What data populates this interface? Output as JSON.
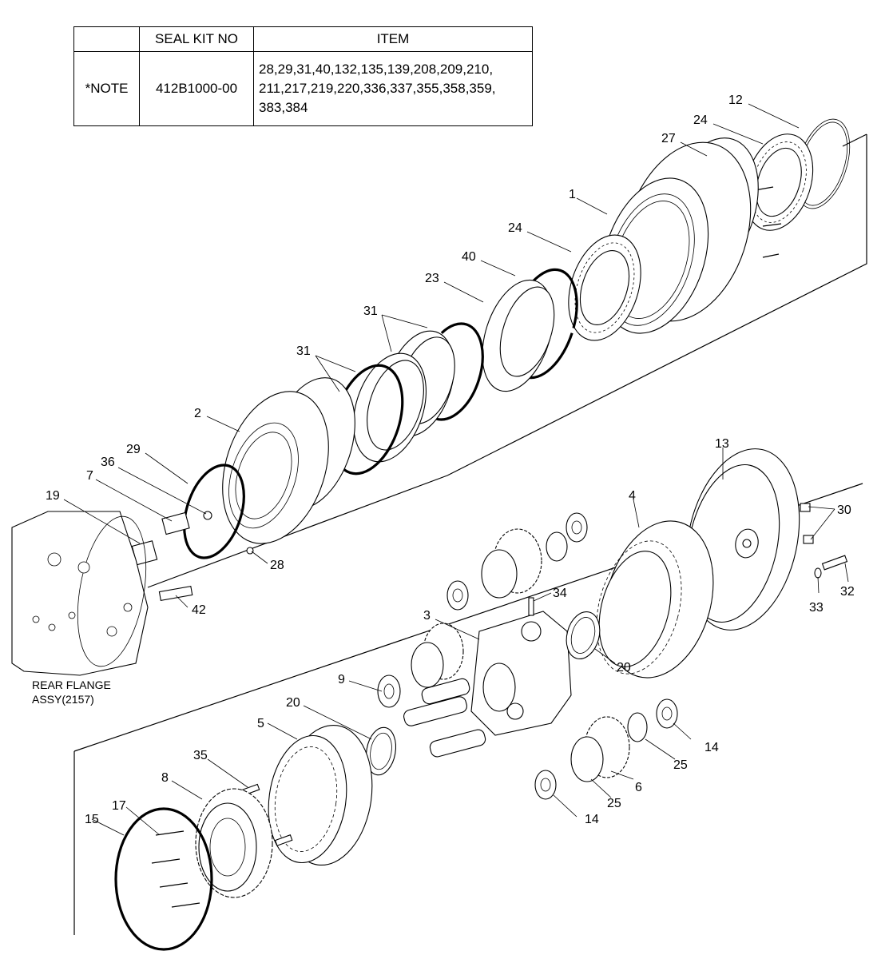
{
  "seal_table": {
    "headers": [
      "",
      "SEAL KIT NO",
      "ITEM"
    ],
    "note": "*NOTE",
    "kit_no": "412B1000-00",
    "items": [
      "28,29,31,40,132,135,139,208,209,210,",
      "211,217,219,220,336,337,355,358,359,",
      "383,384"
    ]
  },
  "callouts": {
    "c12": "12",
    "c24a": "24",
    "c27": "27",
    "c1": "1",
    "c24b": "24",
    "c40": "40",
    "c23": "23",
    "c31a": "31",
    "c31b": "31",
    "c2": "2",
    "c29": "29",
    "c36": "36",
    "c7": "7",
    "c19": "19",
    "c28": "28",
    "c42": "42",
    "c13": "13",
    "c4": "4",
    "c30": "30",
    "c34": "34",
    "c3": "3",
    "c33": "33",
    "c32": "32",
    "c20a": "20",
    "c9": "9",
    "c20b": "20",
    "c5": "5",
    "c35": "35",
    "c14a": "14",
    "c25a": "25",
    "c6": "6",
    "c25b": "25",
    "c14b": "14",
    "c8": "8",
    "c17": "17",
    "c15": "15"
  },
  "rear_flange": {
    "line1": "REAR FLANGE",
    "line2": "ASSY(2157)"
  }
}
